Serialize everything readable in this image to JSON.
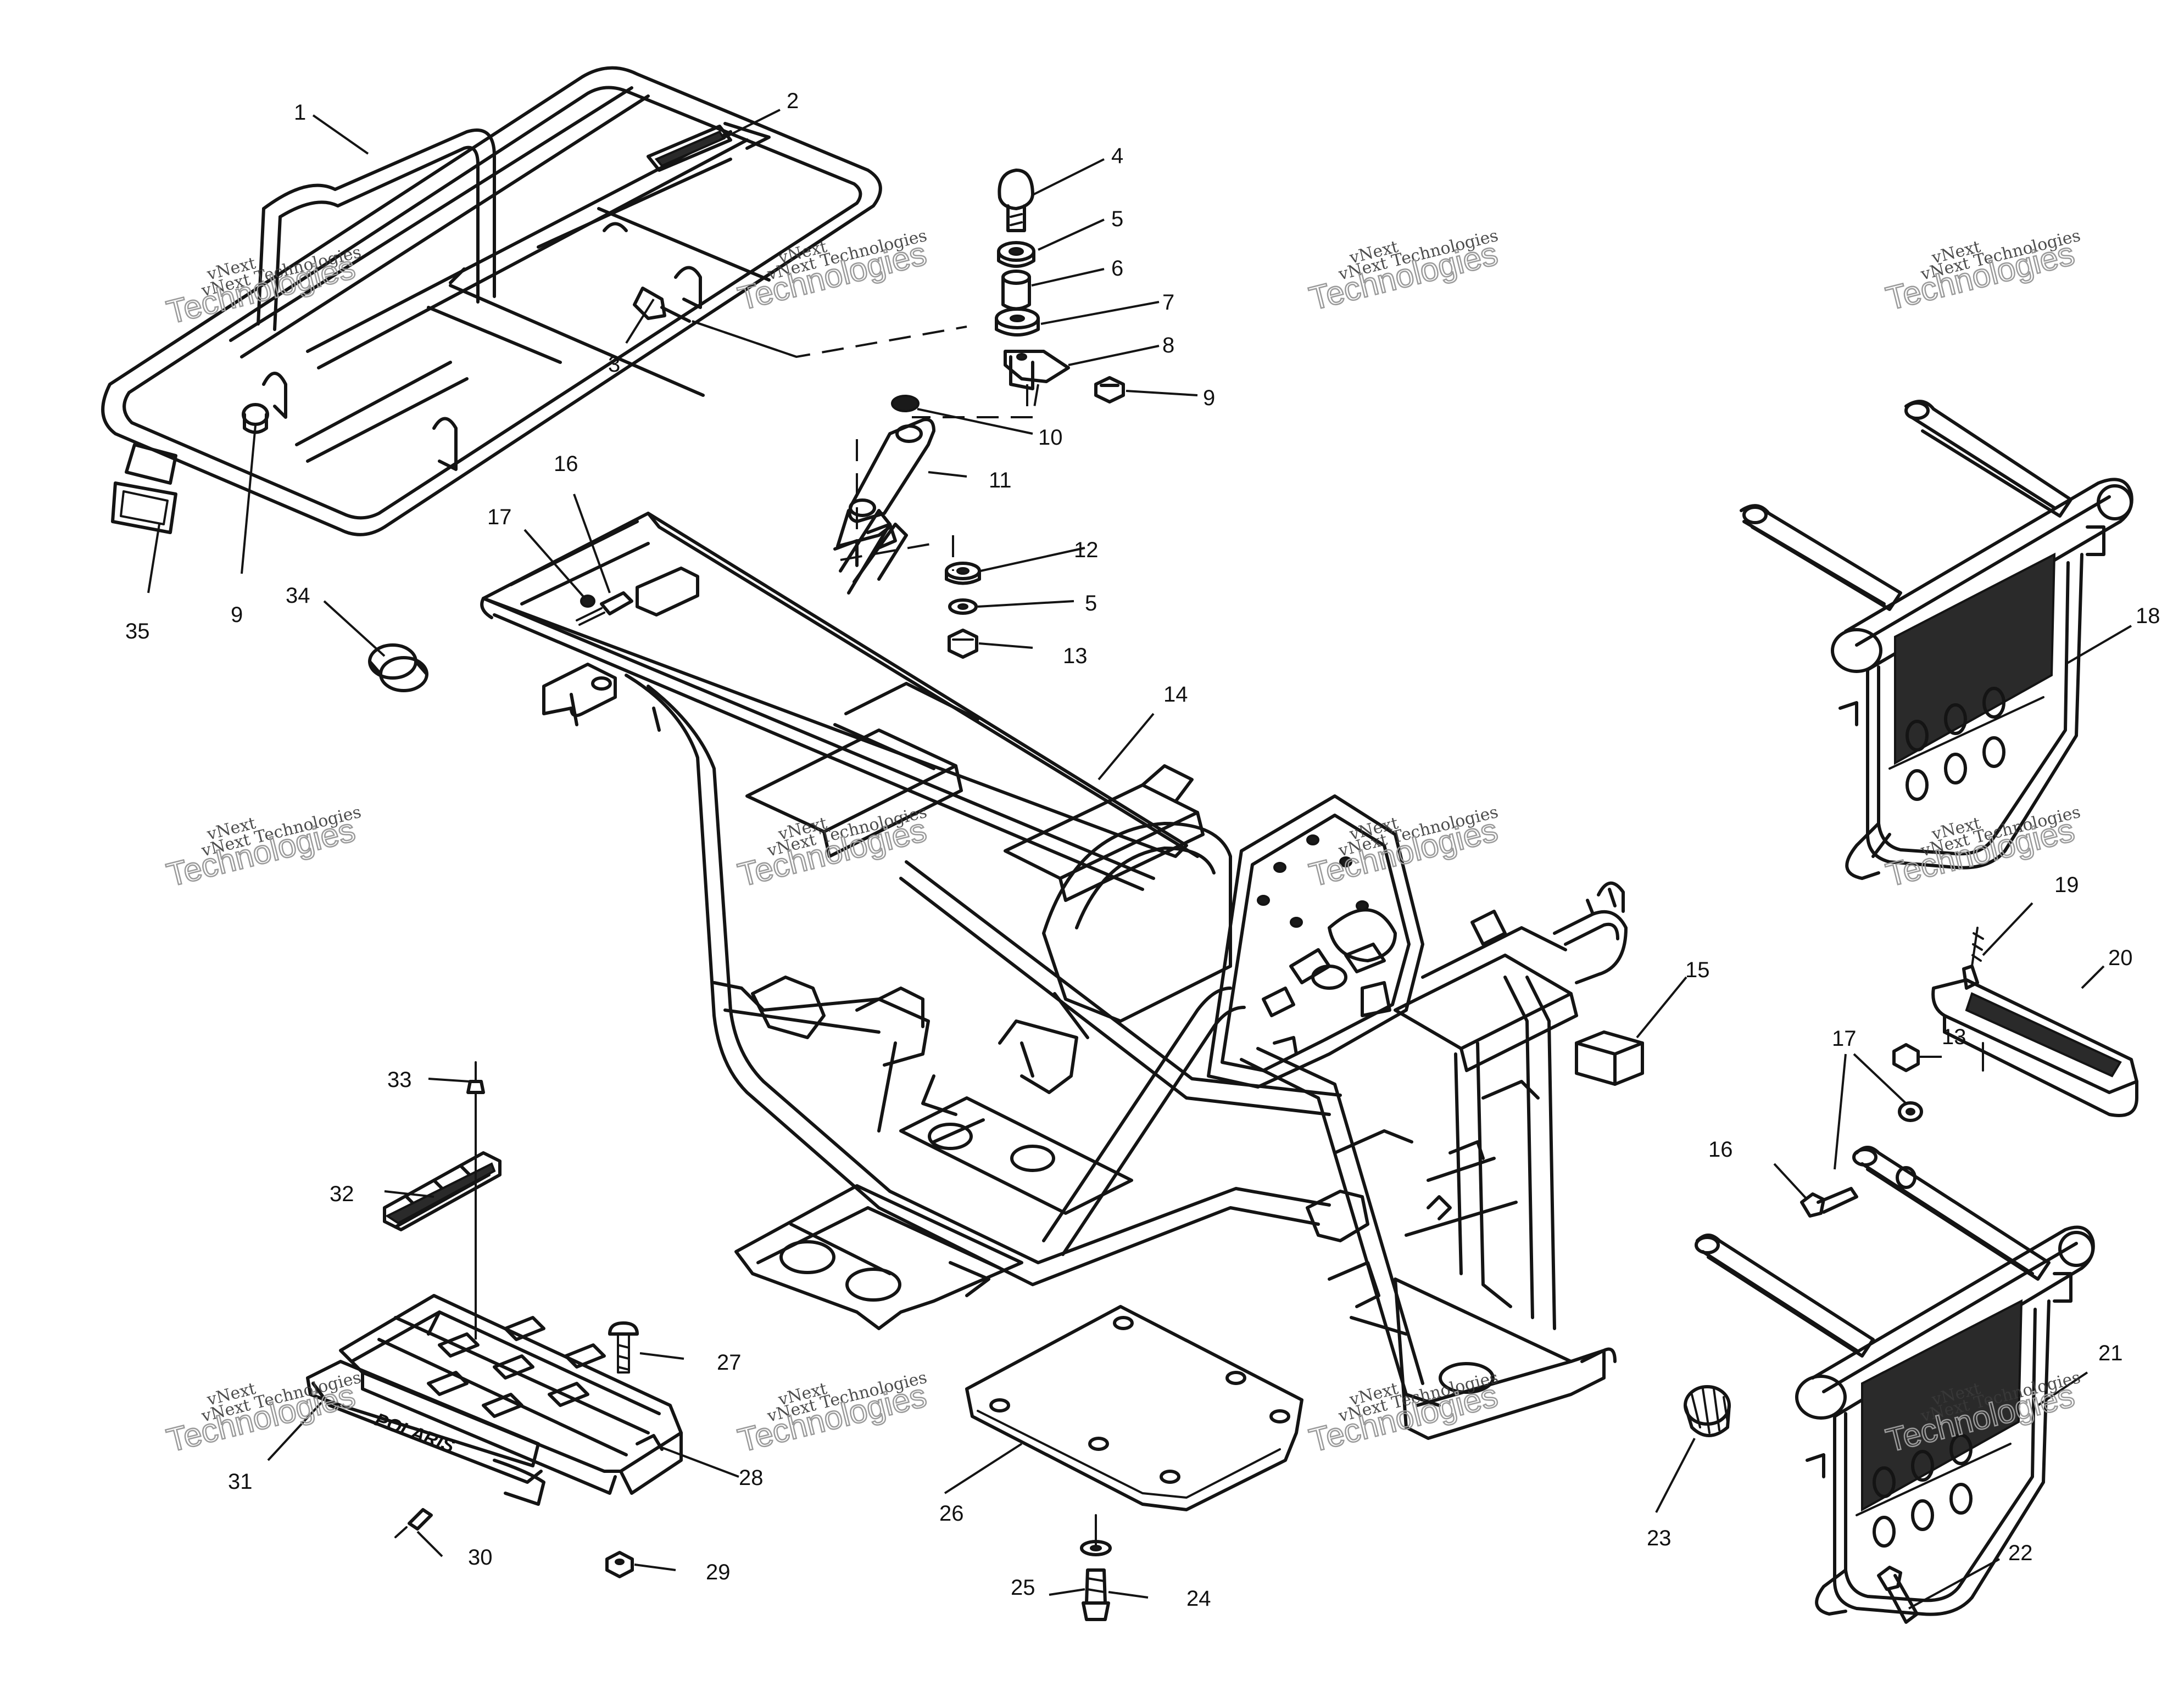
{
  "watermark": {
    "line1": "vNext Technologies",
    "line2": "Technologies",
    "top": "vNext"
  },
  "callouts": {
    "c1": "1",
    "c2": "2",
    "c3": "3",
    "c4": "4",
    "c5a": "5",
    "c5b": "5",
    "c6": "6",
    "c7": "7",
    "c8": "8",
    "c9a": "9",
    "c9b": "9",
    "c10": "10",
    "c11": "11",
    "c12": "12",
    "c13a": "13",
    "c13b": "13",
    "c14": "14",
    "c15": "15",
    "c16a": "16",
    "c16b": "16",
    "c17a": "17",
    "c17b": "17",
    "c18": "18",
    "c19": "19",
    "c20": "20",
    "c21": "21",
    "c22": "22",
    "c23": "23",
    "c24": "24",
    "c25": "25",
    "c26": "26",
    "c27": "27",
    "c28": "28",
    "c29": "29",
    "c30": "30",
    "c31": "31",
    "c32": "32",
    "c33": "33",
    "c34": "34",
    "c35": "35"
  },
  "brand_plate_text": "POLARIS"
}
